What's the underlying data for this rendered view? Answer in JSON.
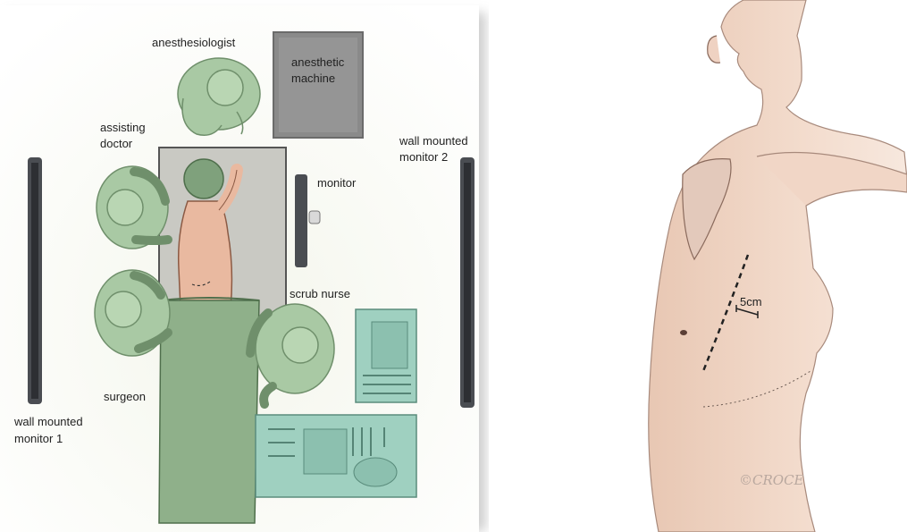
{
  "diagram": {
    "labels": {
      "anesthesiologist": "anesthesiologist",
      "anesthetic_machine_1": "anesthetic",
      "anesthetic_machine_2": "machine",
      "assisting_doctor_1": "assisting",
      "assisting_doctor_2": "doctor",
      "monitor": "monitor",
      "wall_monitor_2_1": "wall mounted",
      "wall_monitor_2_2": "monitor 2",
      "scrub_nurse": "scrub nurse",
      "surgeon": "surgeon",
      "wall_monitor_1_1": "wall mounted",
      "wall_monitor_1_2": "monitor 1"
    },
    "colors": {
      "gown": "#a9c9a4",
      "gown_dark": "#7fa17c",
      "drape": "#8fb08a",
      "table": "#c9c9c3",
      "skin": "#e9b9a0",
      "machine": "#8a8a8a",
      "monitor": "#4a4d52",
      "tray": "#9fd0c0"
    }
  },
  "illustration": {
    "measure_label": "5cm",
    "signature": "©CROCE"
  }
}
